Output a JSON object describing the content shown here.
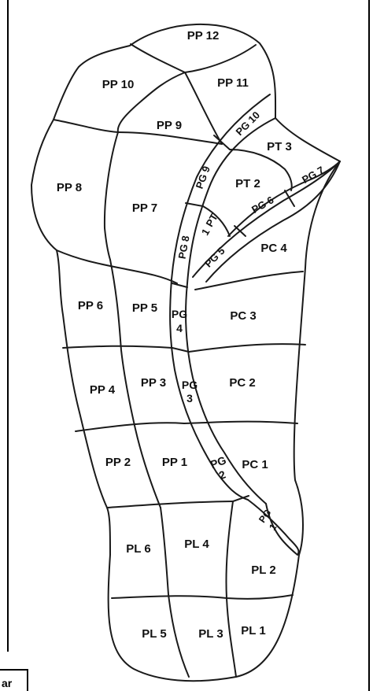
{
  "regions": {
    "pp12": "PP 12",
    "pp11": "PP 11",
    "pp10": "PP 10",
    "pp9": "PP 9",
    "pp8": "PP 8",
    "pp7": "PP 7",
    "pp6": "PP 6",
    "pp5": "PP 5",
    "pp4": "PP 4",
    "pp3": "PP 3",
    "pp2": "PP 2",
    "pp1": "PP 1",
    "pg10": "PG 10",
    "pg9": "PG 9",
    "pg8": "PG 8",
    "pg7": "PG 7",
    "pg6": "PG 6",
    "pg5": "PG 5",
    "pg4a": "PG",
    "pg4b": "4",
    "pg3a": "PG",
    "pg3b": "3",
    "pg2a": "PG",
    "pg2b": "2",
    "pg1a": "PG",
    "pg1b": "1",
    "pt3": "PT 3",
    "pt2": "PT 2",
    "pt1a": "PT",
    "pt1b": "1",
    "pc4": "PC 4",
    "pc3": "PC 3",
    "pc2": "PC 2",
    "pc1": "PC 1",
    "pl6": "PL 6",
    "pl4": "PL 4",
    "pl2": "PL 2",
    "pl5": "PL 5",
    "pl3": "PL 3",
    "pl1": "PL 1"
  },
  "corner_tag": "ar",
  "colors": {
    "stroke": "#1a1a1a",
    "background": "#ffffff"
  }
}
